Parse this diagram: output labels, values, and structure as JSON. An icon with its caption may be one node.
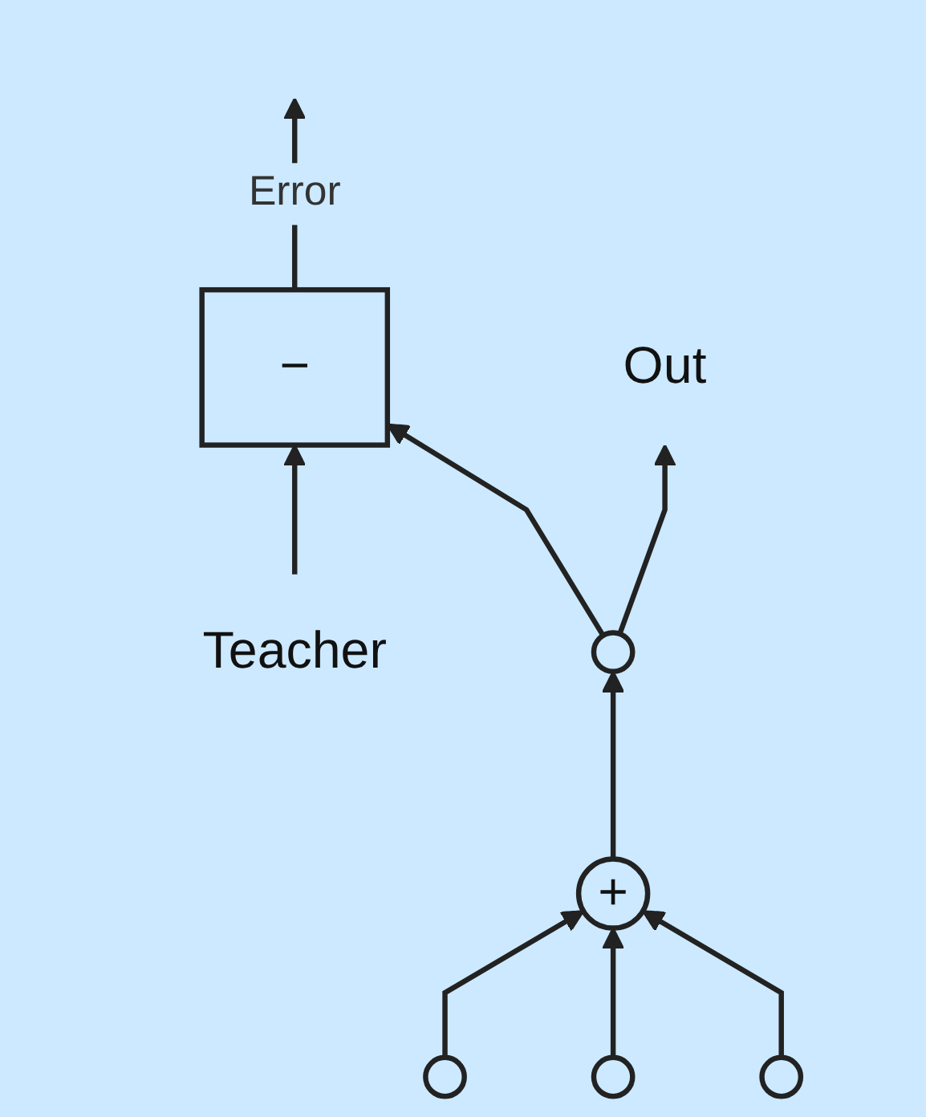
{
  "diagram": {
    "nodes": [
      {
        "text": [
          "Teacher"
        ]
      },
      {
        "text": [
          "−"
        ]
      },
      {
        "text": [
          "Out"
        ]
      },
      {
        "text": [],
        "shape": "circle"
      },
      {
        "text": [
          "+"
        ]
      },
      {
        "text": [],
        "shape": "circle"
      },
      {
        "text": [],
        "shape": "circle"
      },
      {
        "text": [],
        "shape": "circle"
      }
    ],
    "edges": [
      {
        "from": 0,
        "to": 1,
        "arrow": "to"
      },
      {
        "from": 3,
        "to": 2,
        "arrow": "to"
      },
      {
        "from": 3,
        "to": 1,
        "arrow": "to"
      },
      {
        "from": 4,
        "to": 3,
        "arrow": "to"
      },
      {
        "from": 5,
        "to": 4,
        "arrow": "to"
      },
      {
        "from": 6,
        "to": 4,
        "arrow": "to"
      },
      {
        "from": 7,
        "to": 4,
        "arrow": "to"
      },
      {
        "from": 1,
        "to": null,
        "arrow": "to",
        "label": "Error"
      }
    ]
  }
}
